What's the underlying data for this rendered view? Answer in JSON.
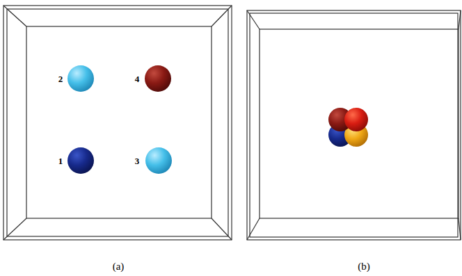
{
  "diagram": {
    "labels": [
      "2",
      "4",
      "1",
      "3",
      "(a)",
      "(b)"
    ]
  }
}
